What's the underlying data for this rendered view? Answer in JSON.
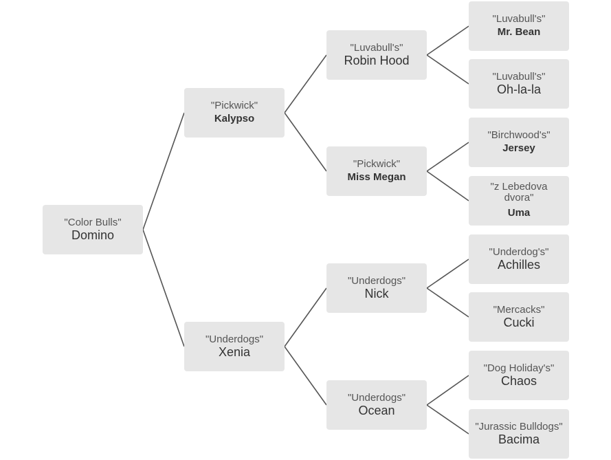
{
  "pedigree": {
    "root": {
      "kennel": "\"Color Bulls\"",
      "name": "Domino"
    },
    "sire": {
      "kennel": "\"Pickwick\"",
      "name": "Kalypso"
    },
    "dam": {
      "kennel": "\"Underdogs\"",
      "name": "Xenia"
    },
    "ss": {
      "kennel": "\"Luvabull's\"",
      "name": "Robin Hood"
    },
    "sd": {
      "kennel": "\"Pickwick\"",
      "name": "Miss Megan"
    },
    "ds": {
      "kennel": "\"Underdogs\"",
      "name": "Nick"
    },
    "dd": {
      "kennel": "\"Underdogs\"",
      "name": "Ocean"
    },
    "sss": {
      "kennel": "\"Luvabull's\"",
      "name": "Mr. Bean"
    },
    "ssd": {
      "kennel": "\"Luvabull's\"",
      "name": "Oh-la-la"
    },
    "sds": {
      "kennel": "\"Birchwood's\"",
      "name": "Jersey"
    },
    "sdd": {
      "kennel": "\"z Lebedova dvora\"",
      "name": "Uma"
    },
    "dss": {
      "kennel": "\"Underdog's\"",
      "name": "Achilles"
    },
    "dsd": {
      "kennel": "\"Mercacks\"",
      "name": "Cucki"
    },
    "dds": {
      "kennel": "\"Dog Holiday's\"",
      "name": "Chaos"
    },
    "ddd": {
      "kennel": "\"Jurassic Bulldogs\"",
      "name": "Bacima"
    }
  },
  "colors": {
    "node_fill": "#e6e6e6",
    "connector": "#555555",
    "text": "#333333"
  }
}
